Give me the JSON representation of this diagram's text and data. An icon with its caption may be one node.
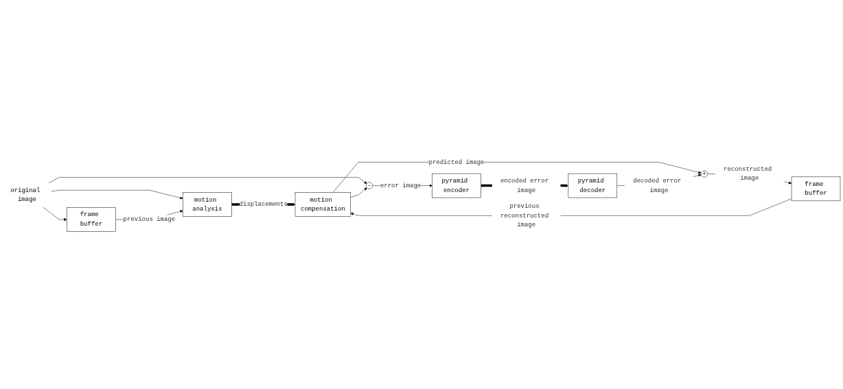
{
  "diagram": {
    "nodes": [
      {
        "text": [
          "original image"
        ]
      },
      {
        "text": [
          "frame buffer"
        ]
      },
      {
        "text": [
          "motion analysis"
        ]
      },
      {
        "text": [
          "motion compensation"
        ]
      },
      {
        "text": [
          "frame buffer"
        ]
      },
      {
        "text": [
          "-"
        ]
      },
      {
        "text": [
          "+"
        ]
      },
      {
        "text": [
          "pyramid encoder"
        ]
      },
      {
        "text": [
          "pyramid decoder"
        ]
      }
    ],
    "edges": [
      {
        "from": 0,
        "to": 1,
        "arrow": "to"
      },
      {
        "from": 0,
        "to": 2,
        "arrow": "to"
      },
      {
        "from": 0,
        "to": 5,
        "arrow": "to"
      },
      {
        "from": 1,
        "to": 2,
        "arrow": "to",
        "label": "previous image"
      },
      {
        "from": 2,
        "to": 3,
        "arrow": "to",
        "label": "displacements",
        "style": "thick"
      },
      {
        "from": 4,
        "to": 3,
        "arrow": "to",
        "label": "previous reconstructed image"
      },
      {
        "from": 3,
        "to": 5,
        "arrow": "to"
      },
      {
        "from": 3,
        "to": 6,
        "arrow": "to",
        "label": "predicted image"
      },
      {
        "from": 5,
        "to": 7,
        "arrow": "to",
        "label": "error image"
      },
      {
        "from": 7,
        "to": 8,
        "arrow": "to",
        "label": "encoded error image",
        "style": "thick"
      },
      {
        "from": 8,
        "to": 6,
        "arrow": "to",
        "label": "decoded error image"
      },
      {
        "from": 6,
        "to": 4,
        "arrow": "to",
        "label": "reconstructed image"
      }
    ]
  }
}
